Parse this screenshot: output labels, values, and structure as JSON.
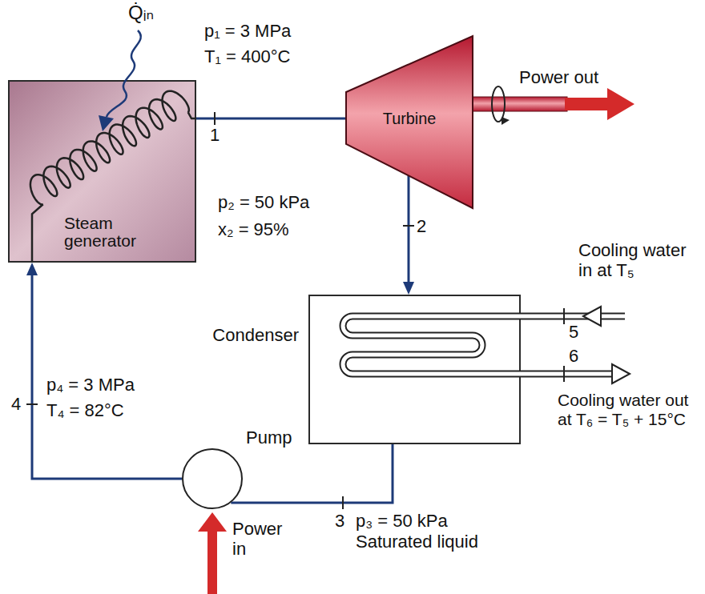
{
  "diagram": {
    "nodes": [
      {
        "text": [
          "Steam generator"
        ]
      },
      {
        "text": [
          "Turbine"
        ]
      },
      {
        "text": [
          "Condenser"
        ]
      },
      {
        "text": [
          "Pump"
        ]
      }
    ],
    "edges": [
      {
        "from": 0,
        "to": 1,
        "arrow": "none",
        "label": "1"
      },
      {
        "from": 1,
        "to": 2,
        "arrow": "to",
        "label": "2"
      },
      {
        "from": 2,
        "to": 3,
        "arrow": "none",
        "label": "3"
      },
      {
        "from": 3,
        "to": 0,
        "arrow": "to",
        "label": "4"
      }
    ],
    "labels": [
      "Q̇ᵢₙ",
      "p₁ = 3 MPa",
      "T₁ = 400°C",
      "Power out",
      "p₂ = 50 kPa",
      "x₂ = 95%",
      "Cooling water in at T₅",
      "5",
      "Cooling water out at T₆ = T₅ + 15°C",
      "6",
      "p₄ = 3 MPa",
      "T₄ = 82°C",
      "p₃ = 50 kPa",
      "Saturated liquid",
      "Power in"
    ]
  }
}
